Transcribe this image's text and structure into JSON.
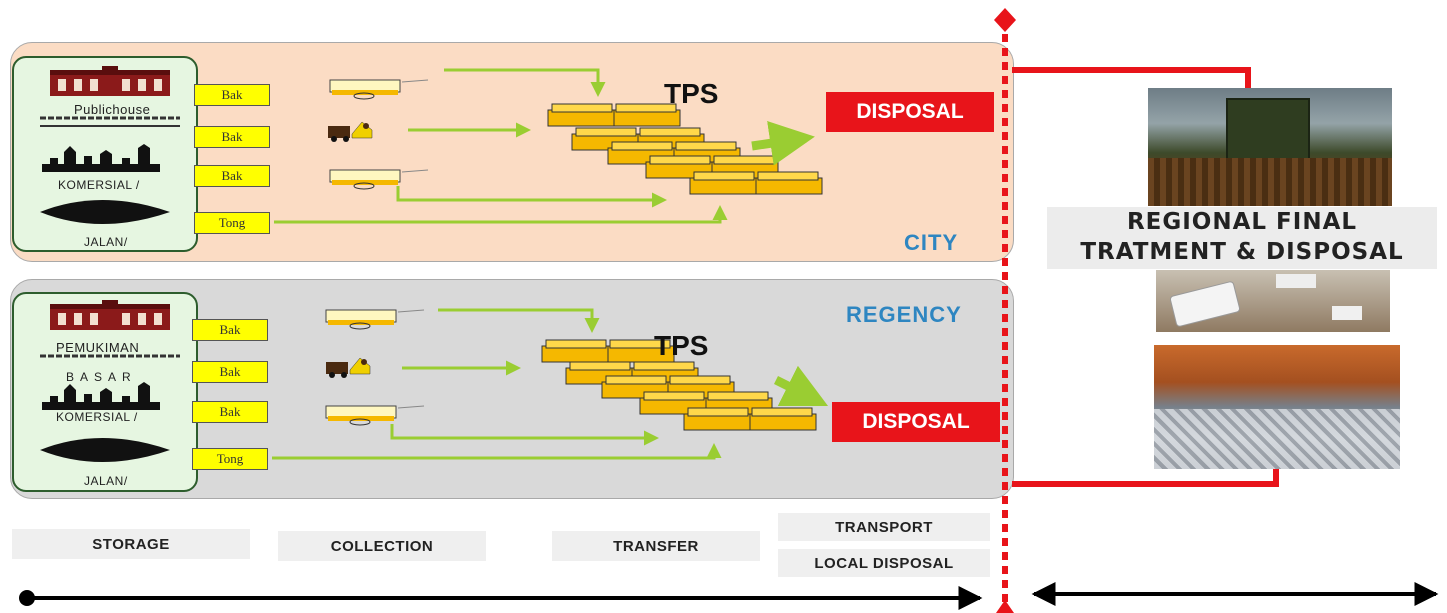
{
  "city": {
    "source_labels": [
      "Publichouse",
      "KOMERSIAL /",
      "JALAN/"
    ],
    "containers": [
      "Bak",
      "Bak",
      "Bak",
      "Tong"
    ],
    "tps": "TPS",
    "disposal": "DISPOSAL",
    "area": "CITY"
  },
  "regency": {
    "source_labels": [
      "PEMUKIMAN",
      "BASAR",
      "KOMERSIAL /",
      "JALAN/"
    ],
    "containers": [
      "Bak",
      "Bak",
      "Bak",
      "Tong"
    ],
    "tps": "TPS",
    "disposal": "DISPOSAL",
    "area": "REGENCY"
  },
  "regional": {
    "line1": "REGIONAL FINAL",
    "line2": "TRATMENT & DISPOSAL"
  },
  "stages": [
    "STORAGE",
    "COLLECTION",
    "TRANSFER",
    "TRANSPORT",
    "LOCAL DISPOSAL"
  ],
  "colors": {
    "city_panel": "#fbdcc4",
    "regency_panel": "#d9d9d9",
    "flow_arrow": "#9acd32",
    "disposal": "#e8141a",
    "area_label": "#2e86c1",
    "container": "#ffff00",
    "tps_bin": "#f5b800"
  }
}
